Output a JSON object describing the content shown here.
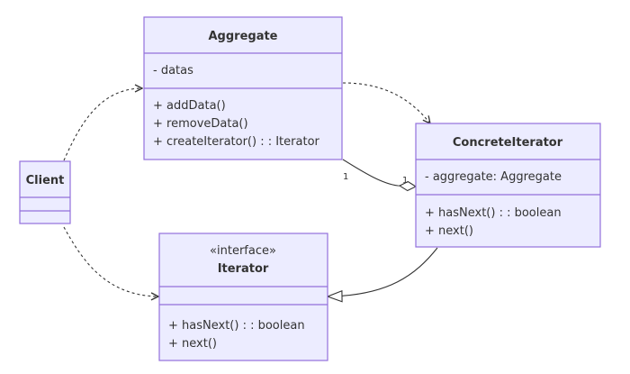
{
  "classes": {
    "aggregate": {
      "name": "Aggregate",
      "attributes": [
        "- datas"
      ],
      "methods": [
        "+ addData()",
        "+ removeData()",
        "+ createIterator() : : Iterator"
      ]
    },
    "concrete_iterator": {
      "name": "ConcreteIterator",
      "attributes": [
        "- aggregate: Aggregate"
      ],
      "methods": [
        "+ hasNext() : : boolean",
        "+ next()"
      ]
    },
    "client": {
      "name": "Client"
    },
    "iterator": {
      "stereotype": "«interface»",
      "name": "Iterator",
      "methods": [
        "+ hasNext() : : boolean",
        "+ next()"
      ]
    }
  },
  "relations": {
    "aggregation": {
      "from_multiplicity": "1",
      "to_multiplicity": "1"
    }
  },
  "colors": {
    "box_fill": "#ECECFF",
    "box_stroke": "#9370DB",
    "line": "#333333",
    "text": "#333333"
  }
}
